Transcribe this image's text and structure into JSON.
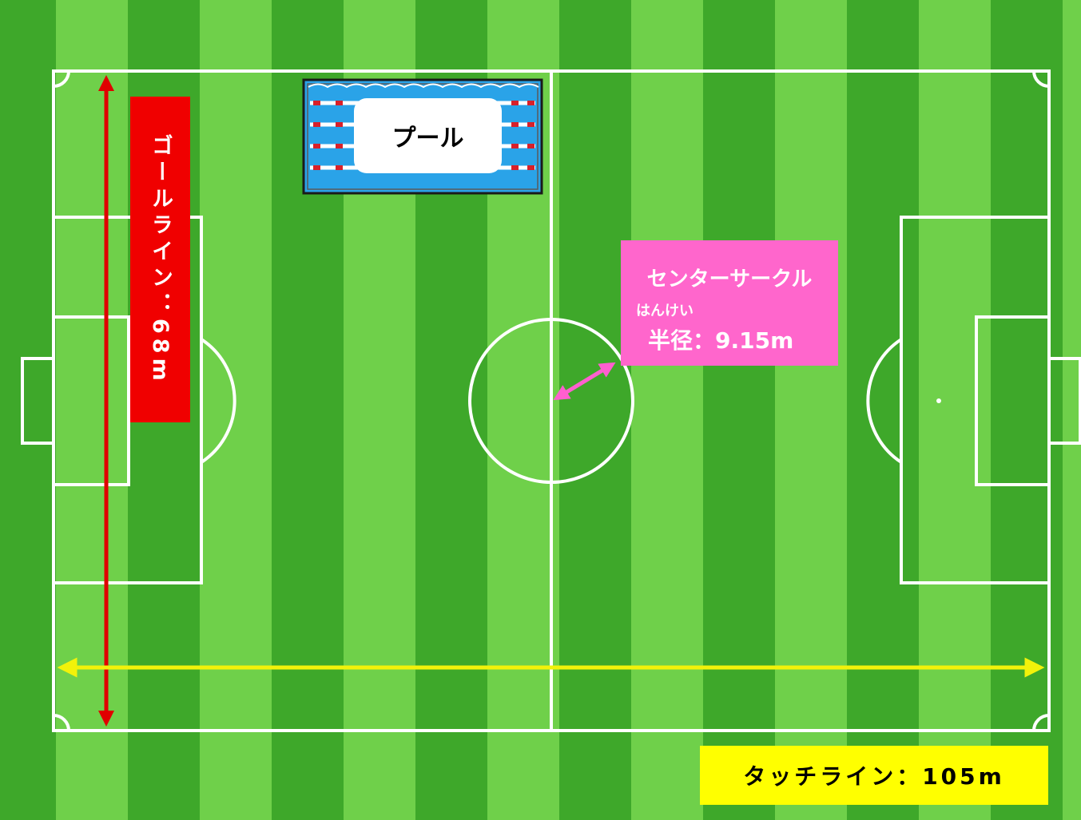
{
  "labels": {
    "goal_line": "ゴールライン：68m",
    "pool": "プール",
    "center_circle_title": "センターサークル",
    "radius_ruby": "はんけい",
    "radius_value": "半径：9.15m",
    "touch_line": "タッチライン：105m"
  },
  "colors": {
    "grass_light": "#6fd04a",
    "grass_dark": "#3ea82a",
    "field_lines": "#ffffff",
    "goal_line_arrow": "#e00000",
    "goal_line_label_bg": "#f00000",
    "touch_line_arrow": "#f2f20a",
    "touch_line_label_bg": "#ffff00",
    "center_label_bg": "#ff66cc",
    "radius_arrow": "#ff5fcf",
    "pool_water": "#2aa3e8",
    "pool_border": "#1a1a1a"
  }
}
